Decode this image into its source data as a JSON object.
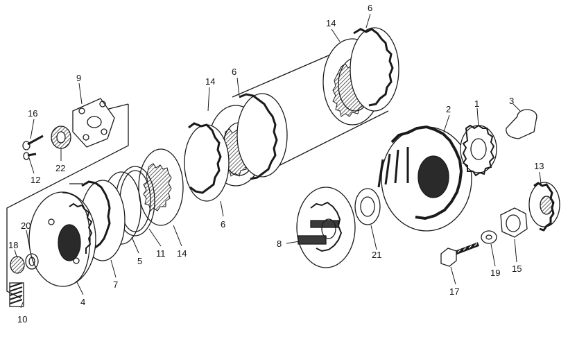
{
  "diagram": {
    "part_labels": {
      "p1": "1",
      "p2": "2",
      "p3": "3",
      "p4": "4",
      "p5": "5",
      "p6a": "6",
      "p6b": "6",
      "p6c": "6",
      "p7": "7",
      "p8": "8",
      "p9": "9",
      "p10": "10",
      "p11": "11",
      "p12": "12",
      "p13": "13",
      "p14a": "14",
      "p14b": "14",
      "p14c": "14",
      "p15": "15",
      "p16": "16",
      "p17": "17",
      "p18": "18",
      "p19": "19",
      "p20": "20",
      "p21": "21",
      "p22": "22"
    },
    "colors": {
      "ink": "#1a1a1a",
      "paper": "#ffffff",
      "shade": "#3a3a3a"
    }
  }
}
